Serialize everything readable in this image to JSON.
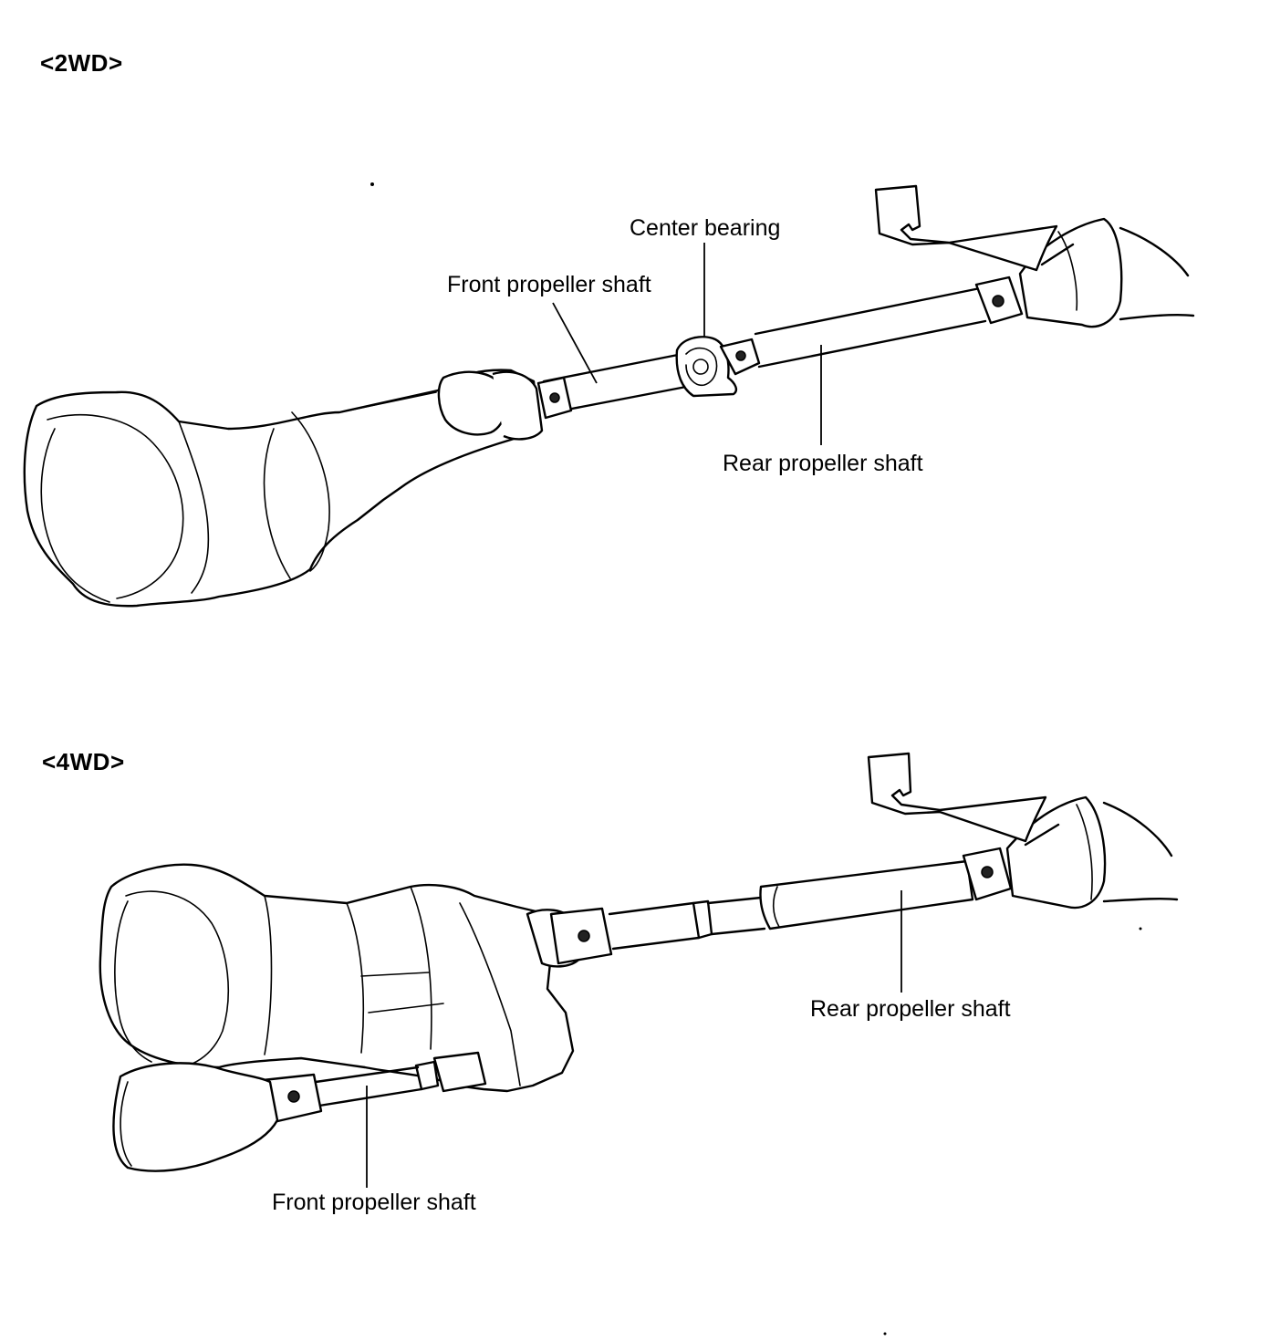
{
  "sections": {
    "two_wd": {
      "title": "<2WD>",
      "labels": {
        "center_bearing": "Center bearing",
        "front_shaft": "Front propeller shaft",
        "rear_shaft": "Rear propeller shaft"
      }
    },
    "four_wd": {
      "title": "<4WD>",
      "labels": {
        "rear_shaft": "Rear propeller shaft",
        "front_shaft": "Front propeller shaft"
      }
    }
  }
}
